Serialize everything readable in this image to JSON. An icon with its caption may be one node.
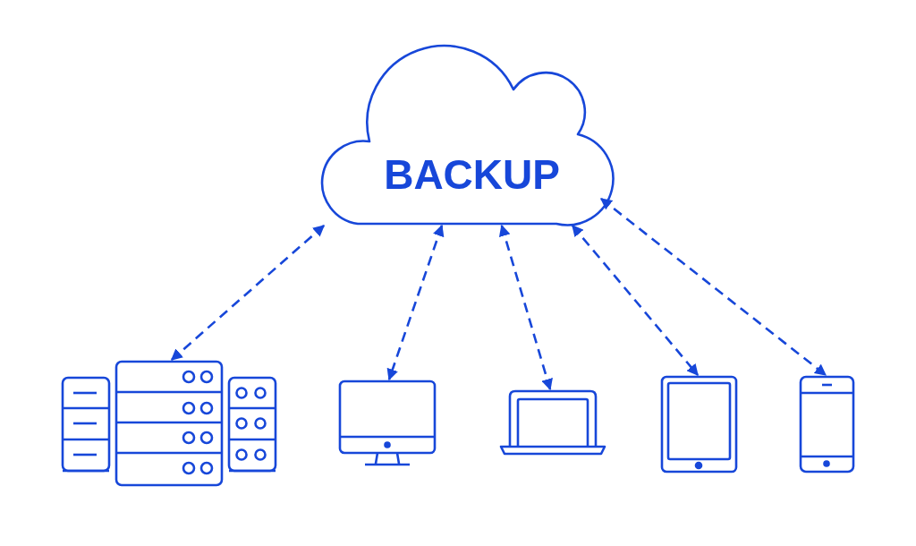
{
  "diagram": {
    "nodes": [
      {
        "text": [
          "BACKUP"
        ]
      },
      {
        "text": [],
        "shape": "picture"
      },
      {
        "text": [],
        "shape": "picture"
      },
      {
        "text": [],
        "shape": "picture"
      },
      {
        "text": [],
        "shape": "picture"
      },
      {
        "text": [],
        "shape": "picture"
      }
    ],
    "edges": [
      {
        "from": 0,
        "to": 1,
        "arrow": "both",
        "style": "dashed"
      },
      {
        "from": 0,
        "to": 2,
        "arrow": "both",
        "style": "dashed"
      },
      {
        "from": 0,
        "to": 3,
        "arrow": "both",
        "style": "dashed"
      },
      {
        "from": 0,
        "to": 4,
        "arrow": "both",
        "style": "dashed"
      },
      {
        "from": 0,
        "to": 5,
        "arrow": "both",
        "style": "dashed"
      }
    ]
  }
}
